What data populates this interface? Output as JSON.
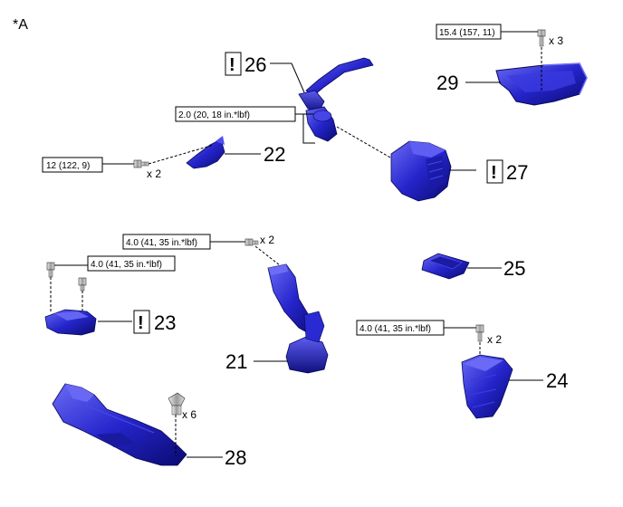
{
  "figure_label": "*A",
  "torques": {
    "t29": "15.4 (157, 11)",
    "t26": "2.0 (20, 18 in.*lbf)",
    "t22": "12 (122, 9)",
    "t21": "4.0 (41, 35 in.*lbf)",
    "t23": "4.0 (41, 35 in.*lbf)",
    "t24": "4.0 (41, 35 in.*lbf)"
  },
  "quantities": {
    "q29": "x 3",
    "q22": "x 2",
    "q21": "x 2",
    "q24": "x 2",
    "q28": "x 6"
  },
  "caution_symbol": "!",
  "callouts": {
    "c26": "26",
    "c29": "29",
    "c22": "22",
    "c27": "27",
    "c25": "25",
    "c23": "23",
    "c21": "21",
    "c24": "24",
    "c28": "28"
  },
  "colors": {
    "part_fill": "#2323c8",
    "part_dark": "#0c0c78",
    "part_light": "#5a5af0",
    "line": "#000000"
  }
}
